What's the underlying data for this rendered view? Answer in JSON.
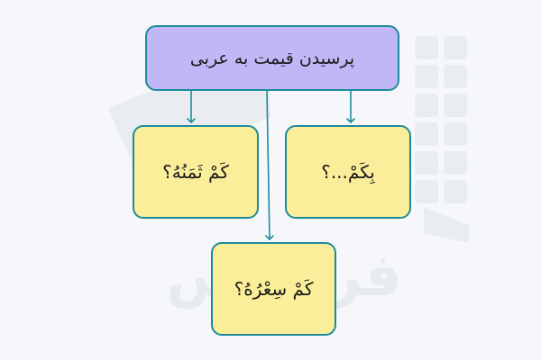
{
  "diagram": {
    "root": "پرسیدن قیمت به عربی",
    "left": "كَمْ ثَمَنُهُ؟",
    "right": "بِكَمْ...؟",
    "bottom": "كَمْ سِعْرُهُ؟"
  },
  "watermark": "فرادرس",
  "colors": {
    "root_fill": "#c2b7f6",
    "leaf_fill": "#fbee9a",
    "stroke": "#1f8a9c",
    "background": "#f5f7fa"
  }
}
